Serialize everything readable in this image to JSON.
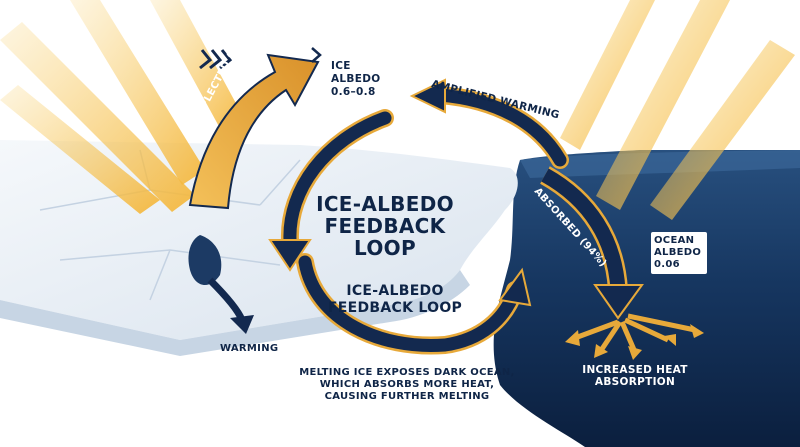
{
  "diagram": {
    "center_title": "ICE-ALBEDO\nFEEDBACK\nLOOP",
    "center_subtitle": "ICE-ALBEDO\nFEEDBACK LOOP",
    "ice_albedo_label": "ICE\nALBEDO\n0.6–0.8",
    "amplified_warming": "AMPLIFIED WARMING",
    "reflected_label": "REFLECTED (80%)",
    "absorbed_label": "ABSORBED (94%)",
    "ocean_albedo_label": "OCEAN\nALBEDO\n0.06",
    "warming_label": "WARMING",
    "melting_caption": "MELTING ICE EXPOSES DARK OCEAN,\nWHICH ABSORBS MORE HEAT,\nCAUSING FURTHER MELTING",
    "heat_absorption_label": "INCREASED HEAT\nABSORPTION"
  },
  "colors": {
    "navy": "#13294f",
    "ocean_dark": "#0d2548",
    "ocean_mid": "#1c3f6e",
    "gold": "#e7a93a",
    "sun_ray": "#f6c24c",
    "ice": "#eef3f8"
  }
}
